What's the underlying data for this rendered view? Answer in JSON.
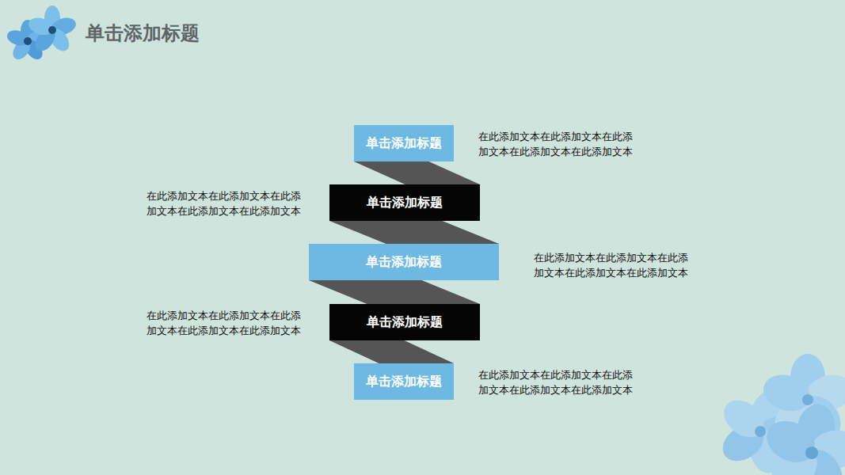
{
  "diagram": {
    "title": "单击添加标题",
    "nodes": [
      {
        "text": [
          "单击添加标题"
        ]
      },
      {
        "text": [
          "单击添加标题"
        ]
      },
      {
        "text": [
          "单击添加标题"
        ]
      },
      {
        "text": [
          "单击添加标题"
        ]
      },
      {
        "text": [
          "单击添加标题"
        ]
      }
    ],
    "edges": [
      {
        "from": 0,
        "to": 1,
        "arrow": "none"
      },
      {
        "from": 1,
        "to": 2,
        "arrow": "none"
      },
      {
        "from": 2,
        "to": 3,
        "arrow": "none"
      },
      {
        "from": 3,
        "to": 4,
        "arrow": "none"
      }
    ],
    "labels": [
      "在此添加文本在此添加文本在此添 加文本在此添加文本在此添加文本",
      "在此添加文本在此添加文本在此添 加文本在此添加文本在此添加文本",
      "在此添加文本在此添加文本在此添 加文本在此添加文本在此添加文本",
      "在此添加文本在此添加文本在此添 加文本在此添加文本在此添加文本",
      "在此添加文本在此添加文本在此添 加文本在此添加文本在此添加文本"
    ]
  }
}
